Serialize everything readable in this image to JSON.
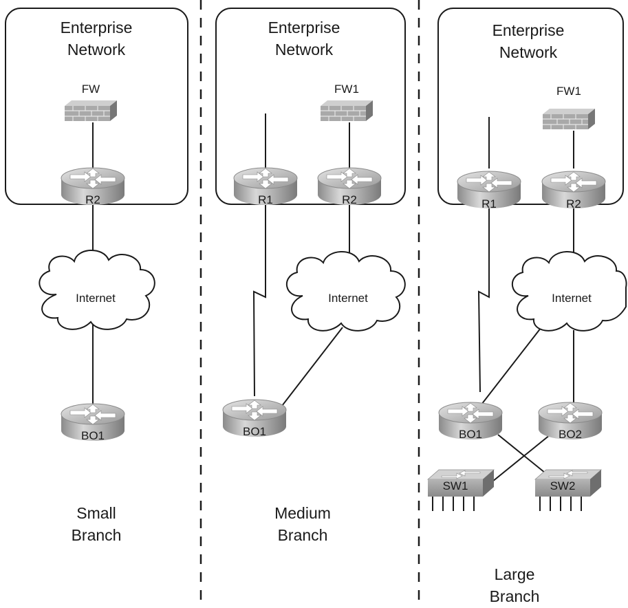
{
  "panels": {
    "small": {
      "enterprise": [
        "Enterprise",
        "Network"
      ],
      "firewall": "FW",
      "router": "R2",
      "cloud": "Internet",
      "branch_router": "BO1",
      "caption": [
        "Small",
        "Branch"
      ]
    },
    "medium": {
      "enterprise": [
        "Enterprise",
        "Network"
      ],
      "firewall": "FW1",
      "router1": "R1",
      "router2": "R2",
      "cloud": "Internet",
      "branch_router": "BO1",
      "caption": [
        "Medium",
        "Branch"
      ]
    },
    "large": {
      "enterprise": [
        "Enterprise",
        "Network"
      ],
      "firewall": "FW1",
      "router1": "R1",
      "router2": "R2",
      "cloud": "Internet",
      "branch_router1": "BO1",
      "branch_router2": "BO2",
      "switch1": "SW1",
      "switch2": "SW2",
      "caption": [
        "Large",
        "Branch"
      ]
    }
  }
}
